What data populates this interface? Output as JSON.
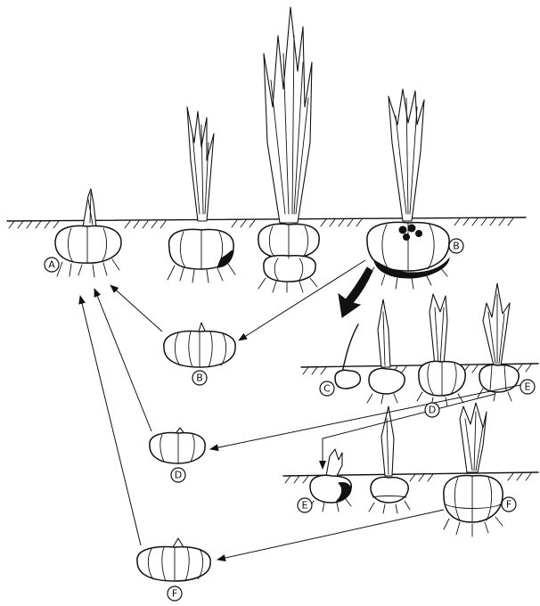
{
  "figure": {
    "labels": {
      "a_main": "A",
      "b_field": "B",
      "b_corm": "B",
      "c_row": "C",
      "d_row": "D",
      "d_corm": "D",
      "e_row1": "E",
      "e_row2": "E",
      "f_row": "F",
      "f_corm": "F"
    }
  }
}
